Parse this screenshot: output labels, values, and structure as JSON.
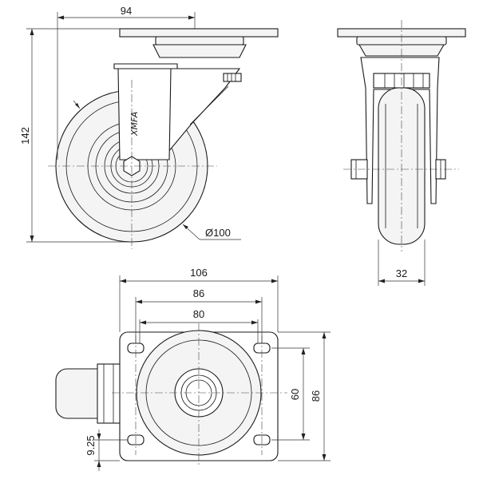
{
  "dimensions": {
    "side_width": "94",
    "side_height": "142",
    "wheel_diameter": "Ø100",
    "front_width": "32",
    "plate_width": "106",
    "hole_spacing_outer": "86",
    "hole_spacing_inner": "80",
    "hole_spacing_vertical": "60",
    "plate_height": "86",
    "hole_offset": "9.25"
  },
  "brand_mark": "XMFA",
  "colors": {
    "line": "#1a1a1a",
    "fill": "#f4f4f4"
  }
}
